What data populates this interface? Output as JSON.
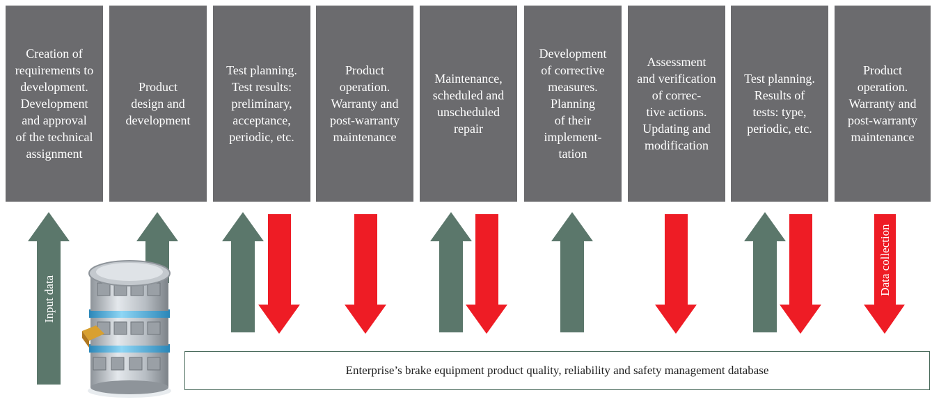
{
  "colors": {
    "box_fill": "#6b6b6e",
    "box_text": "#ffffff",
    "up_arrow": "#5b776b",
    "down_arrow": "#ee1c25",
    "db_border": "#4a6b5c"
  },
  "stages": [
    {
      "text": "Creation of\nrequirements to\ndevelopment.\nDevelopment\nand approval\nof the technical\nassignment"
    },
    {
      "text": "Product\ndesign and\ndevelopment"
    },
    {
      "text": "Test planning.\nTest results:\npreliminary,\nacceptance,\nperiodic, etc."
    },
    {
      "text": "Product\noperation.\nWarranty and\npost-warranty\nmaintenance"
    },
    {
      "text": "Maintenance,\nscheduled and\nunscheduled\nrepair"
    },
    {
      "text": "Development\nof corrective\nmeasures.\nPlanning\nof their\nimplement-\ntation"
    },
    {
      "text": "Assessment\nand verification\nof correc-\ntive actions.\nUpdating and\nmodification"
    },
    {
      "text": "Test planning.\nResults of\ntests: type,\nperiodic, etc."
    },
    {
      "text": "Product\noperation.\nWarranty and\npost-warranty\nmaintenance"
    }
  ],
  "arrows": {
    "input_label": "Input data",
    "output_label": "Data collection"
  },
  "database": {
    "label": "Enterprise’s brake equipment product quality, reliability and safety management database",
    "icon": "database-cylinder-icon"
  }
}
